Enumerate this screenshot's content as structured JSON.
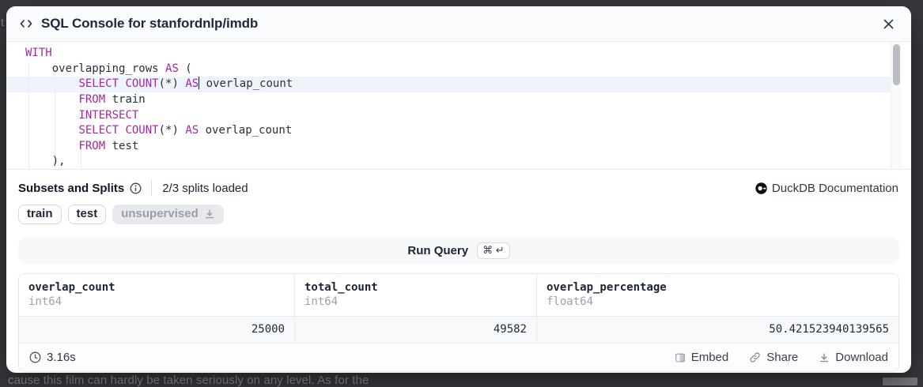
{
  "colors": {
    "backdrop": "#38393d",
    "keyword_purple": "#a626a4",
    "active_line_blue": "#eef4fc",
    "border_gray": "#e8eaee",
    "muted_gray": "#9aa2ad"
  },
  "header": {
    "title": "SQL Console for stanfordnlp/imdb",
    "icons": {
      "left": "code-icon",
      "right": "close-icon"
    }
  },
  "editor": {
    "active_line": 2,
    "lines": [
      {
        "tokens": [
          {
            "t": "kw",
            "s": "WITH"
          }
        ]
      },
      {
        "tokens": [
          {
            "t": "pl",
            "s": "    overlapping_rows "
          },
          {
            "t": "kw",
            "s": "AS"
          },
          {
            "t": "pl",
            "s": " ("
          }
        ]
      },
      {
        "tokens": [
          {
            "t": "pl",
            "s": "        "
          },
          {
            "t": "kw",
            "s": "SELECT"
          },
          {
            "t": "pl",
            "s": " "
          },
          {
            "t": "kw",
            "s": "COUNT"
          },
          {
            "t": "pl",
            "s": "(*) "
          },
          {
            "t": "kw",
            "s": "AS"
          },
          {
            "t": "cursor",
            "s": ""
          },
          {
            "t": "pl",
            "s": " overlap_count"
          }
        ]
      },
      {
        "tokens": [
          {
            "t": "pl",
            "s": "        "
          },
          {
            "t": "kw",
            "s": "FROM"
          },
          {
            "t": "pl",
            "s": " train"
          }
        ]
      },
      {
        "tokens": [
          {
            "t": "pl",
            "s": "        "
          },
          {
            "t": "kw",
            "s": "INTERSECT"
          }
        ]
      },
      {
        "tokens": [
          {
            "t": "pl",
            "s": "        "
          },
          {
            "t": "kw",
            "s": "SELECT"
          },
          {
            "t": "pl",
            "s": " "
          },
          {
            "t": "kw",
            "s": "COUNT"
          },
          {
            "t": "pl",
            "s": "(*) "
          },
          {
            "t": "kw",
            "s": "AS"
          },
          {
            "t": "pl",
            "s": " overlap_count"
          }
        ]
      },
      {
        "tokens": [
          {
            "t": "pl",
            "s": "        "
          },
          {
            "t": "kw",
            "s": "FROM"
          },
          {
            "t": "pl",
            "s": " test"
          }
        ]
      },
      {
        "tokens": [
          {
            "t": "pl",
            "s": "    ),"
          }
        ]
      }
    ]
  },
  "subsets": {
    "title": "Subsets and Splits",
    "status": "2/3 splits loaded",
    "docs_link": "DuckDB Documentation",
    "splits": [
      {
        "label": "train",
        "loaded": true
      },
      {
        "label": "test",
        "loaded": true
      },
      {
        "label": "unsupervised",
        "loaded": false
      }
    ]
  },
  "run": {
    "label": "Run Query",
    "shortcut": "⌘ ↵"
  },
  "results": {
    "columns": [
      {
        "name": "overlap_count",
        "type": "int64"
      },
      {
        "name": "total_count",
        "type": "int64"
      },
      {
        "name": "overlap_percentage",
        "type": "float64"
      }
    ],
    "row": [
      "25000",
      "49582",
      "50.421523940139565"
    ],
    "duration": "3.16s"
  },
  "footer": {
    "buttons": [
      {
        "label": "Embed"
      },
      {
        "label": "Share"
      },
      {
        "label": "Download"
      }
    ]
  },
  "backdrop": {
    "bottom_text": "cause this film can hardly be taken seriously on any level. As for the",
    "left_fragment": "t"
  }
}
